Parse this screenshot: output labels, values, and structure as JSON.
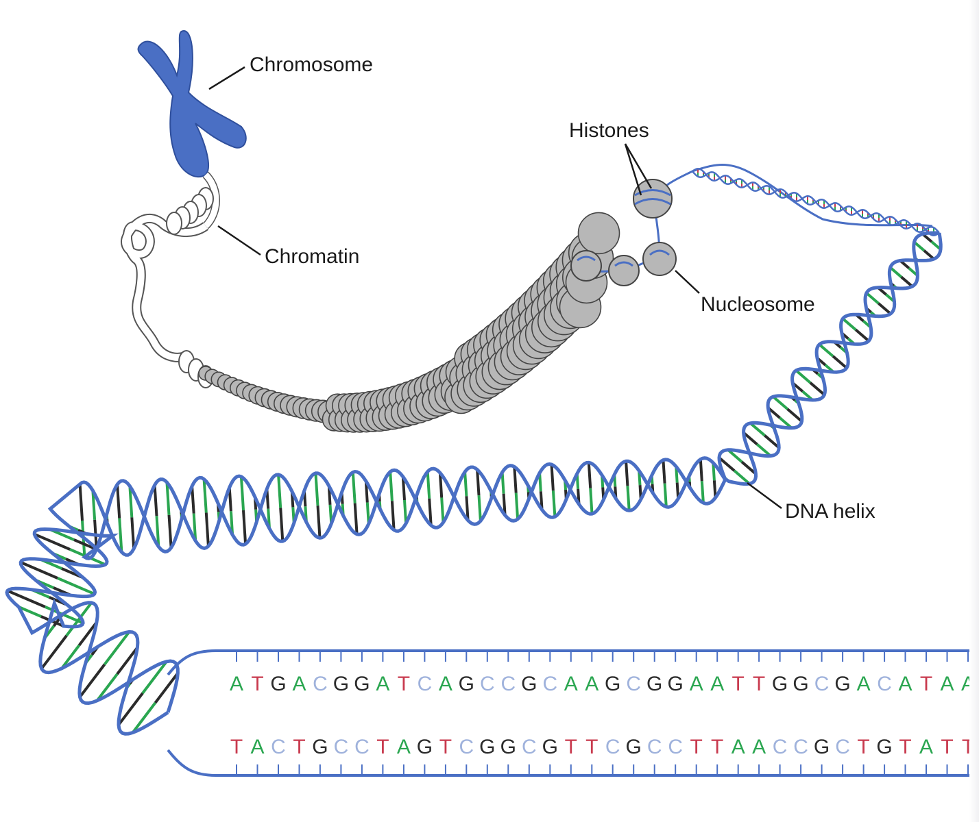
{
  "labels": {
    "chromosome": "Chromosome",
    "chromatin": "Chromatin",
    "histones": "Histones",
    "nucleosome": "Nucleosome",
    "dna_helix": "DNA helix"
  },
  "sequence": {
    "top": "ATGACGGATCAGCCGCAAGCGGAATTGGCGACATAA",
    "bottom": "TACTGCCTAGTCGGCGTTCGCCTTAACCGCTGTATT"
  },
  "colors": {
    "strand": "#4a6fc4",
    "chromosome": "#4a6fc4",
    "A": "#2aa650",
    "T": "#c83a4e",
    "G": "#2b2b2b",
    "C": "#9fb2dc",
    "bead": "#b7b7b7",
    "bead_stroke": "#444444"
  }
}
